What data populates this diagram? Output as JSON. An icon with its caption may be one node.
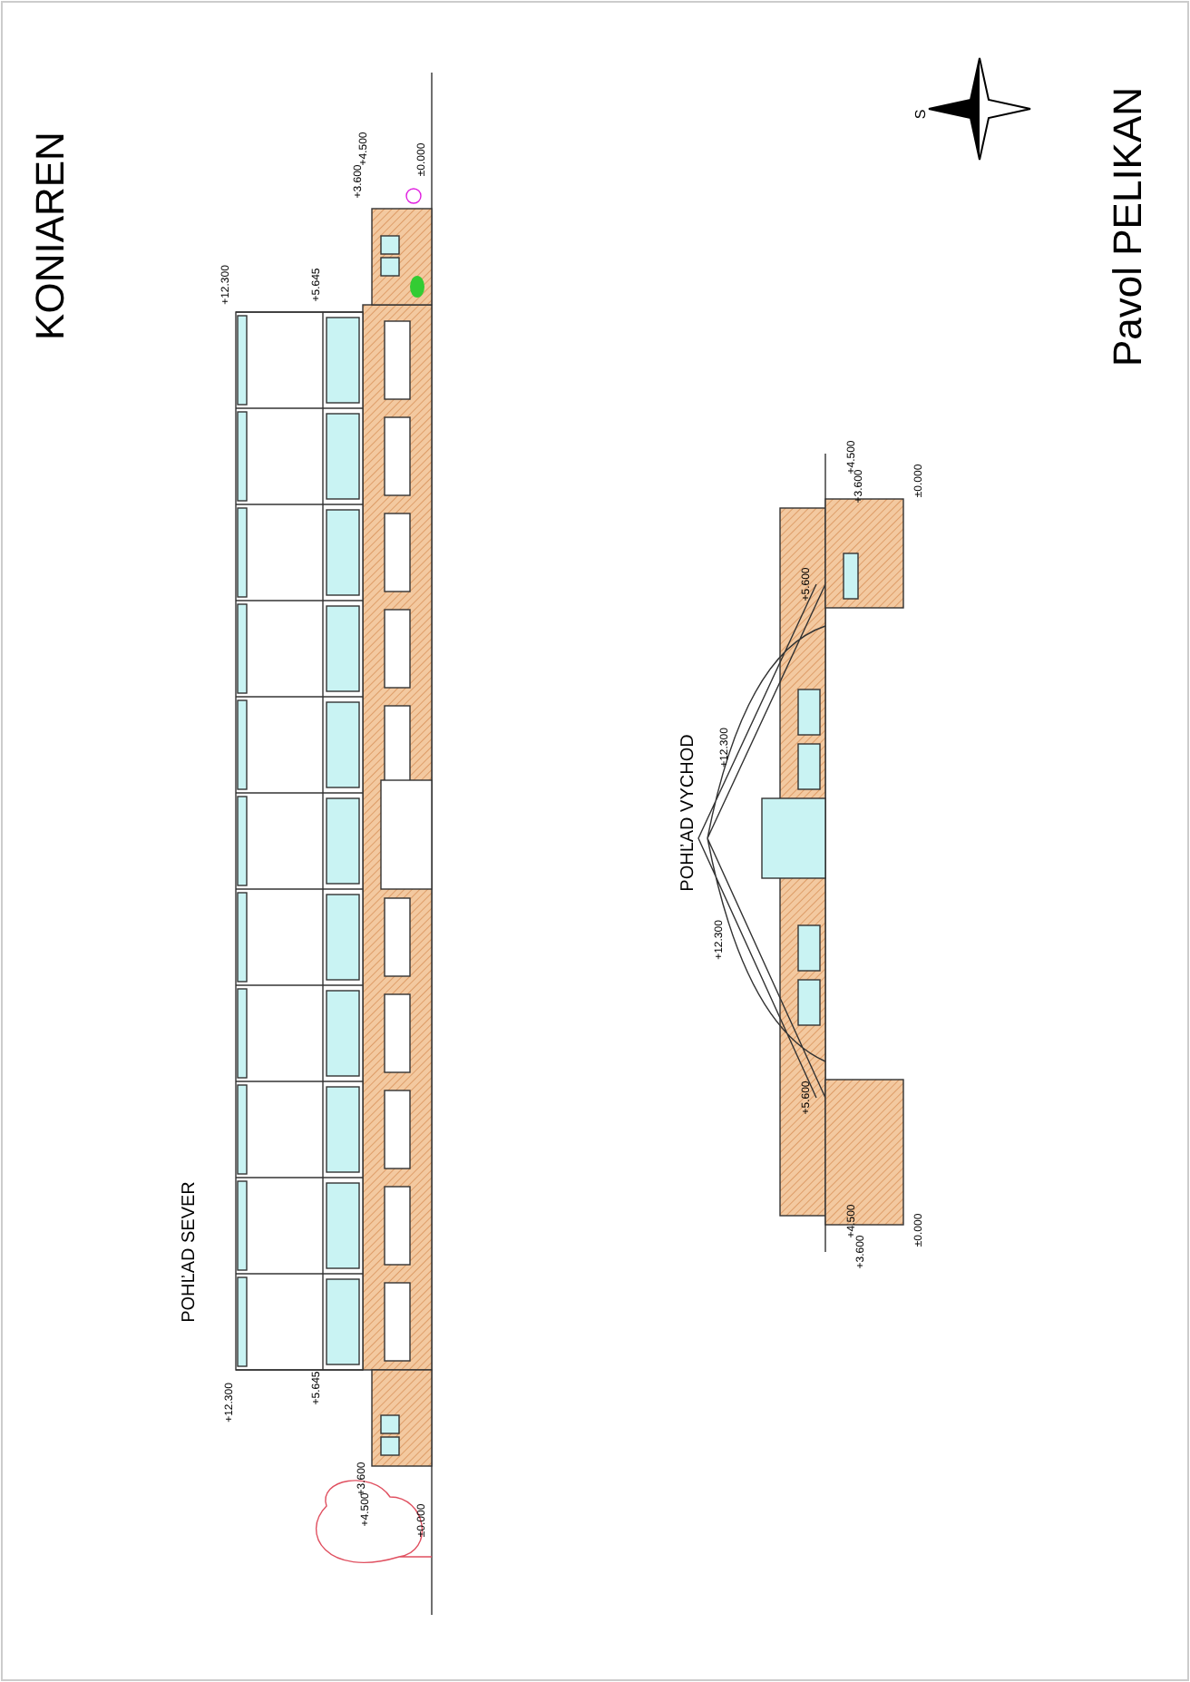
{
  "diagram": {
    "title": "KONIAREN",
    "labels": [
      "Pavol PELIKAN",
      "S",
      "POHĽAD SEVER",
      "+12.300",
      "+5.645",
      "+4.500",
      "+3.600",
      "±0.000",
      "+12.300",
      "+5.645",
      "+3.600",
      "+4.500",
      "±0.000",
      "POHĽAD VYCHOD",
      "+4.500",
      "+3.600",
      "±0.000",
      "+5.600",
      "+12.300",
      "+12.300",
      "+5.600",
      "+4.500",
      "+3.600",
      "±0.000"
    ]
  }
}
